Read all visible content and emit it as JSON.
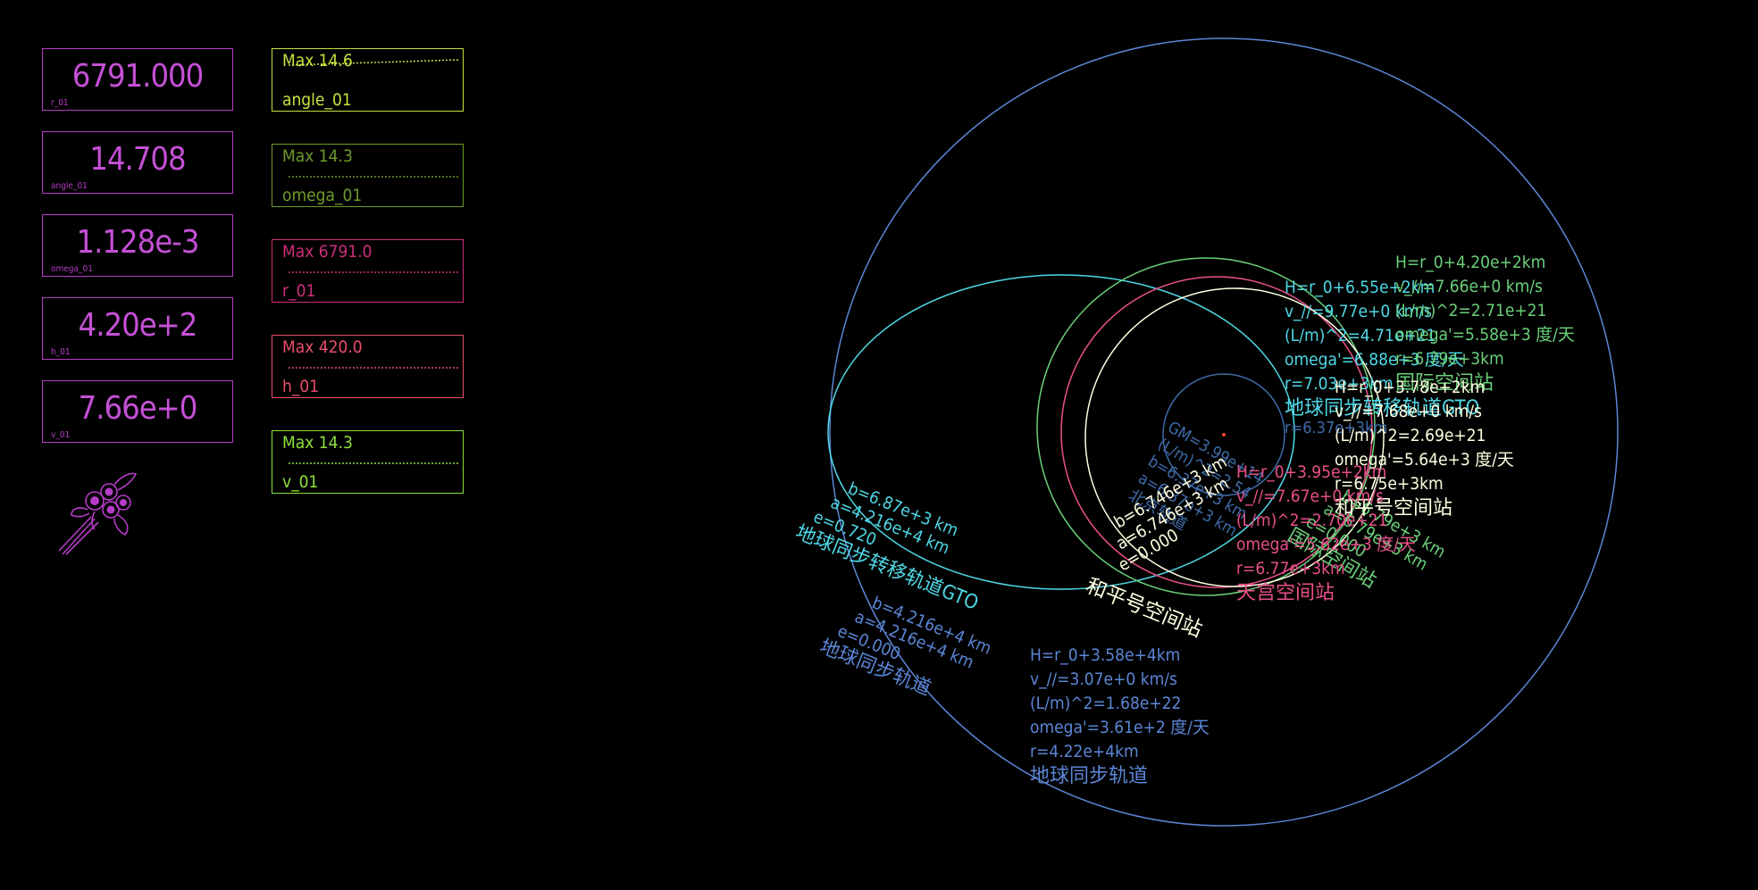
{
  "readouts": [
    {
      "value": "6791.000",
      "label": "r_01"
    },
    {
      "value": "14.708",
      "label": "angle_01"
    },
    {
      "value": "1.128e-3",
      "label": "omega_01"
    },
    {
      "value": "4.20e+2",
      "label": "h_01"
    },
    {
      "value": "7.66e+0",
      "label": "v_01"
    }
  ],
  "sparklines": [
    {
      "max": "Max 14.6",
      "name": "angle_01",
      "color": "#c8e040",
      "level": 0.72
    },
    {
      "max": "Max 14.3",
      "name": "omega_01",
      "color": "#6d9a2a",
      "level": 0.0
    },
    {
      "max": "Max 6791.0",
      "name": "r_01",
      "color": "#cc2f7a",
      "level": 0.0
    },
    {
      "max": "Max 420.0",
      "name": "h_01",
      "color": "#e8506a",
      "level": 0.0
    },
    {
      "max": "Max 14.3",
      "name": "v_01",
      "color": "#8fe03c",
      "level": 0.0
    }
  ],
  "colors": {
    "panel": "#b53cc6",
    "geo": "#5b86d6",
    "gto": "#4fd8e6",
    "iss": "#6ad07a",
    "tiangong": "#e8508a",
    "mir": "#ffffe0",
    "earth": "#3f6ba8",
    "center": "#ff4020"
  },
  "orbit": {
    "center_gm": "GM=3.99e+14",
    "center_l": "(L/m)^2=2.54",
    "center_b": "b=6.37e+3 km",
    "center_a": "a=6.37e+3 km",
    "center_name": "北京轨道",
    "geo_b": "b=4.216e+4 km",
    "geo_a": "a=4.216e+4 km",
    "geo_e": "e=0.000",
    "geo_name": "地球同步轨道",
    "geo_info": [
      "H=r_0+3.58e+4km",
      "v_//=3.07e+0 km/s",
      "(L/m)^2=1.68e+22",
      "omega'=3.61e+2 度/天",
      "r=4.22e+4km"
    ],
    "geo_info_name": "地球同步轨道",
    "gto_b": "b=6.87e+3 km",
    "gto_a": "a=4.216e+4 km",
    "gto_e": "e=0.720",
    "gto_name": "地球同步转移轨道GTO",
    "gto_info": [
      "H=r_0+6.55e+2km",
      "v_//=9.77e+0 km/s",
      "(L/m)^2=4.71e+21",
      "omega'=6.88e+3 度/天",
      "r=7.03e+3km"
    ],
    "gto_info_name": "地球同步转移轨道GTO",
    "iss_info": [
      "H=r_0+4.20e+2km",
      "v_//=7.66e+0 km/s",
      "(L/m)^2=2.71e+21",
      "omega'=5.58e+3 度/天",
      "r=6.79e+3km"
    ],
    "iss_name": "国际空间站",
    "iss_small": "r=6.37e+3km",
    "mir_info": [
      "H=r_0+3.78e+2km",
      "v_//=7.68e+0 km/s",
      "(L/m)^2=2.69e+21",
      "omega'=5.64e+3 度/天",
      "r=6.75e+3km"
    ],
    "mir_name": "和平号空间站",
    "mir_b": "b=6.746e+3 km",
    "mir_a": "a=6.746e+3 km",
    "mir_e": "e=0.000",
    "mir_name2": "和平号空间站",
    "tg_info": [
      "H=r_0+3.95e+2km",
      "v_//=7.67e+0 km/s",
      "(L/m)^2=2.70e+21",
      "omega'=5.62e+3 度/天",
      "r=6.77e+3km"
    ],
    "tg_name": "天宫空间站",
    "iss_rot_b": "b=6.79e+3 km",
    "iss_rot_a": "a=6.79e+3 km",
    "iss_rot_e": "e=0.000",
    "iss_rot_name": "国际空间站"
  }
}
